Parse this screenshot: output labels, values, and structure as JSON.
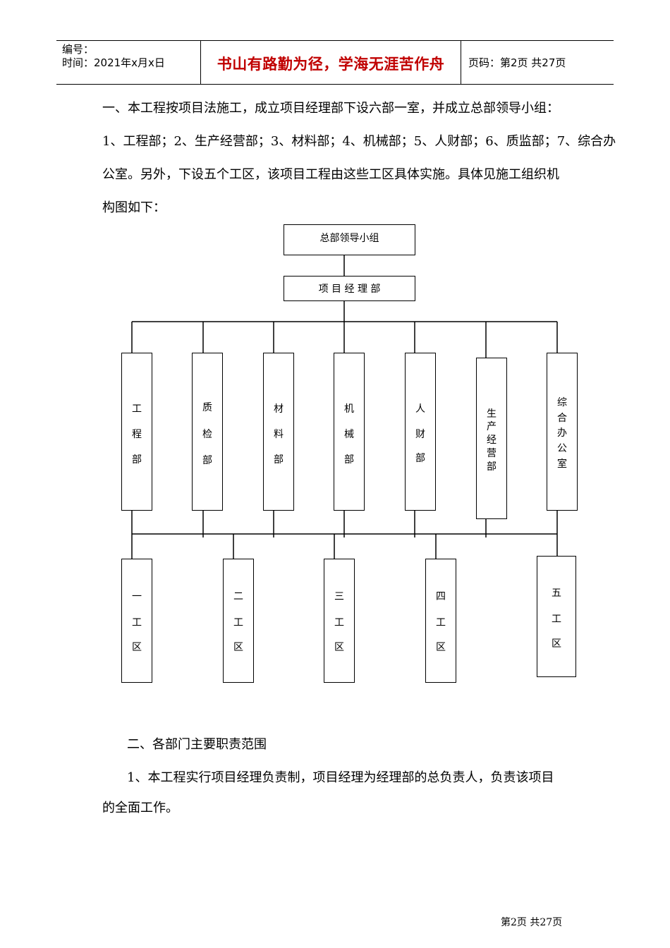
{
  "header": {
    "number_label": "编号：",
    "time_label": "时间：2021年x月x日",
    "motto": "书山有路勤为径，学海无涯苦作舟",
    "page_label": "页码：第2页 共27页"
  },
  "intro": {
    "line1": "一、本工程按项目法施工，成立项目经理部下设六部一室，并成立总部领导小组：",
    "line2": "1、工程部；2、生产经营部；3、材料部；4、机械部；5、人财部；6、质监部；7、综合办",
    "line3": "公室。另外，下设五个工区，该项目工程由这些工区具体实施。具体见施工组织机",
    "line4": "构图如下："
  },
  "org_chart": {
    "top": "总部领导小组",
    "manager": "项 目 经 理 部",
    "departments": [
      {
        "chars": [
          "工",
          "程",
          "部"
        ]
      },
      {
        "chars": [
          "质",
          "检",
          "部"
        ]
      },
      {
        "chars": [
          "材",
          "料",
          "部"
        ]
      },
      {
        "chars": [
          "机",
          "械",
          "部"
        ]
      },
      {
        "chars": [
          "人",
          "财",
          "部"
        ]
      },
      {
        "chars": [
          "生",
          "产",
          "经",
          "营",
          "部"
        ]
      },
      {
        "chars": [
          "综",
          "合",
          "办",
          "公",
          "室"
        ]
      }
    ],
    "areas": [
      {
        "chars": [
          "一",
          "工",
          "区"
        ]
      },
      {
        "chars": [
          "二",
          "工",
          "区"
        ]
      },
      {
        "chars": [
          "三",
          "工",
          "区"
        ]
      },
      {
        "chars": [
          "四",
          "工",
          "区"
        ]
      },
      {
        "chars": [
          "五",
          "工",
          "区"
        ]
      }
    ]
  },
  "section2": {
    "heading": "二、各部门主要职责范围",
    "p1_line1": "1、本工程实行项目经理负责制，项目经理为经理部的总负责人，负责该项目",
    "p1_line2": "的全面工作。"
  },
  "footer": "第2页 共27页"
}
